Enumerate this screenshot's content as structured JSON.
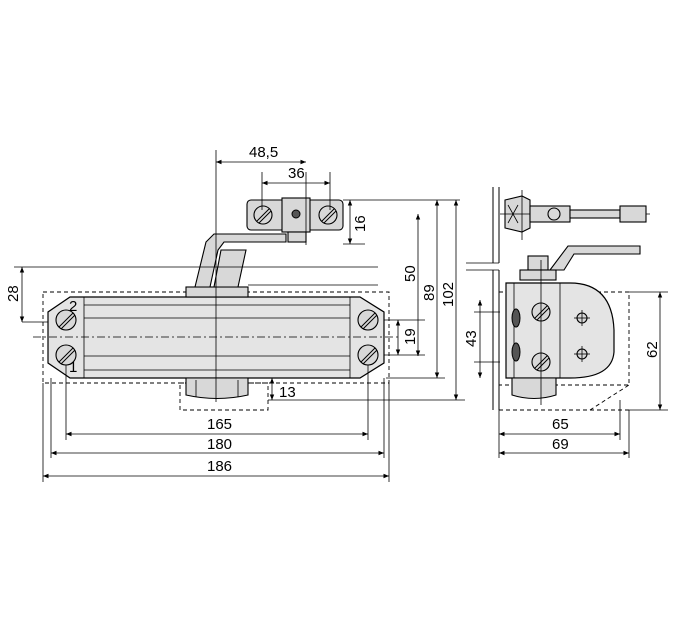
{
  "dimensions": {
    "d48_5": "48,5",
    "d36": "36",
    "d16": "16",
    "d50": "50",
    "d89": "89",
    "d102": "102",
    "d28": "28",
    "d19": "19",
    "d13": "13",
    "d165": "165",
    "d180": "180",
    "d186": "186",
    "d43": "43",
    "d62": "62",
    "d65": "65",
    "d69": "69"
  },
  "screw_numbers": {
    "n1": "1",
    "n2": "2"
  }
}
